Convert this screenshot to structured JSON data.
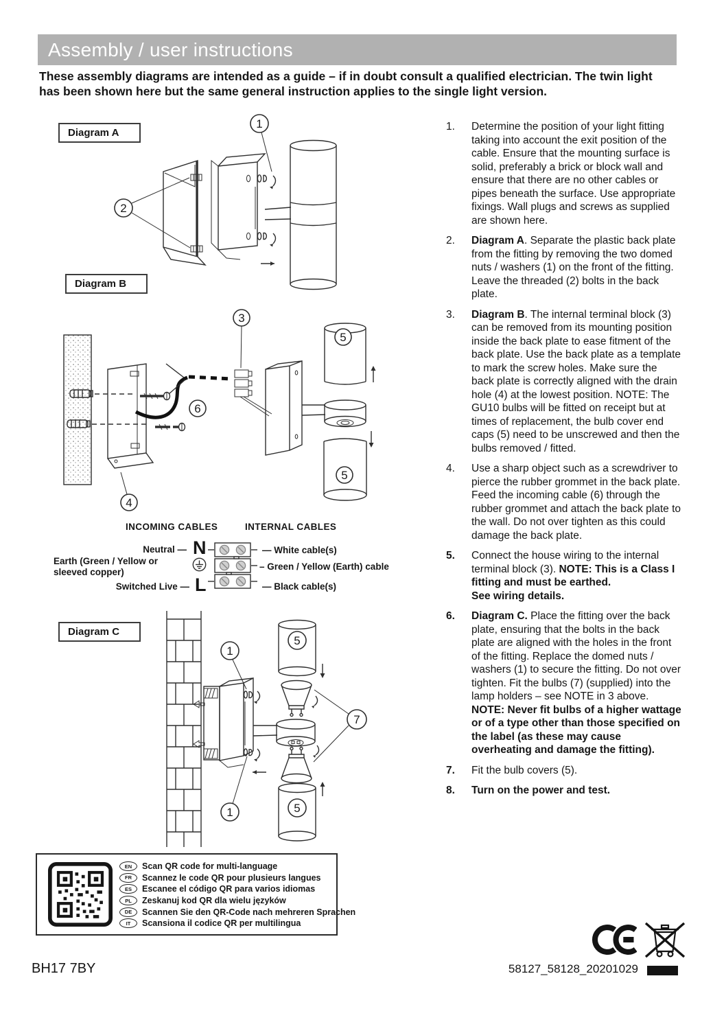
{
  "page": {
    "banner_title": "Assembly / user instructions",
    "intro": "These assembly diagrams are intended as a guide – if in doubt consult a qualified electrician. The twin light has been shown here but the same general instruction applies to the single light version.",
    "footer_left": "BH17 7BY",
    "footer_right": "58127_58128_20201029"
  },
  "colors": {
    "banner_bg": "#b1b1b1",
    "banner_text": "#ffffff",
    "ink": "#161616"
  },
  "diagrams": {
    "a_label": "Diagram A",
    "b_label": "Diagram B",
    "c_label": "Diagram C",
    "callouts": {
      "n1": "1",
      "n2": "2",
      "n3": "3",
      "n4": "4",
      "n5": "5",
      "n6": "6",
      "n7": "7"
    }
  },
  "wiring": {
    "incoming_header": "INCOMING CABLES",
    "internal_header": "INTERNAL CABLES",
    "rows": [
      {
        "left": "Neutral —",
        "symbol": "N",
        "right": "—   White cable(s)"
      },
      {
        "left": "Earth (Green / Yellow or sleeved copper)",
        "symbol_icon": "earth-symbol",
        "right": "–  Green / Yellow (Earth) cable"
      },
      {
        "left": "Switched Live —",
        "symbol": "L",
        "right": "—   Black cable(s)"
      }
    ]
  },
  "instructions": {
    "i1": {
      "num": "1.",
      "body": "Determine the position of your light fitting taking into account the exit position of the cable. Ensure that the mounting surface is solid, preferably a brick or block wall and ensure that there are no other cables or pipes beneath the surface. Use appropriate fixings. Wall plugs and screws as supplied are shown here."
    },
    "i2": {
      "num": "2.",
      "lead": "Diagram A",
      "body": ". Separate the plastic back plate from the fitting by removing the two domed nuts / washers (1) on the front of the fitting. Leave the threaded (2) bolts in the back plate."
    },
    "i3": {
      "num": "3.",
      "lead": "Diagram B",
      "body": ". The internal terminal block (3) can be removed from its mounting position inside the back plate to ease fitment of the back plate. Use the back plate as a template to mark the screw holes. Make sure the back plate is correctly aligned with the drain hole (4) at the lowest position. NOTE: The GU10 bulbs will be fitted on receipt but at times of replacement, the bulb cover end caps (5) need to be unscrewed and then the bulbs removed / fitted."
    },
    "i4": {
      "num": "4.",
      "body": "Use a sharp object such as a screwdriver to pierce the rubber grommet in the back plate. Feed the incoming cable (6) through the rubber grommet and attach the back plate to the wall. Do not over tighten as this could damage the back plate."
    },
    "i5": {
      "num": "5.",
      "body": "Connect the house wiring to the internal terminal block (3). ",
      "note": "NOTE: This is a Class I fitting and must be earthed.",
      "note2": "See wiring details."
    },
    "i6": {
      "num": "6.",
      "lead": "Diagram C.",
      "body": " Place the fitting over the back plate, ensuring that the bolts in the back plate are aligned with the holes in the front of the fitting. Replace the domed nuts / washers (1) to secure the fitting. Do not over tighten.  Fit the bulbs (7) (supplied) into the lamp holders – see NOTE in 3 above.",
      "note": "NOTE: Never fit bulbs of a higher wattage or of a type other than those specified on the label (as these may cause overheating and damage the fitting)."
    },
    "i7": {
      "num": "7.",
      "body": "Fit the bulb covers (5)."
    },
    "i8": {
      "num": "8.",
      "body": "Turn on the power and test."
    }
  },
  "qr": {
    "icon": "qr-code",
    "lines": [
      {
        "lang": "EN",
        "text": "Scan QR code for multi-language"
      },
      {
        "lang": "FR",
        "text": "Scannez le code QR pour plusieurs langues"
      },
      {
        "lang": "ES",
        "text": "Escanee el código QR para varios idiomas"
      },
      {
        "lang": "PL",
        "text": "Zeskanuj kod QR dla wielu języków"
      },
      {
        "lang": "DE",
        "text": "Scannen Sie den QR-Code nach mehreren Sprachen"
      },
      {
        "lang": "IT",
        "text": "Scansiona il codice QR per multilingua"
      }
    ]
  },
  "icons": {
    "ce": "ce-mark",
    "weee": "weee-crossed-out-wheelie-bin",
    "bar": "black-date-bar"
  }
}
